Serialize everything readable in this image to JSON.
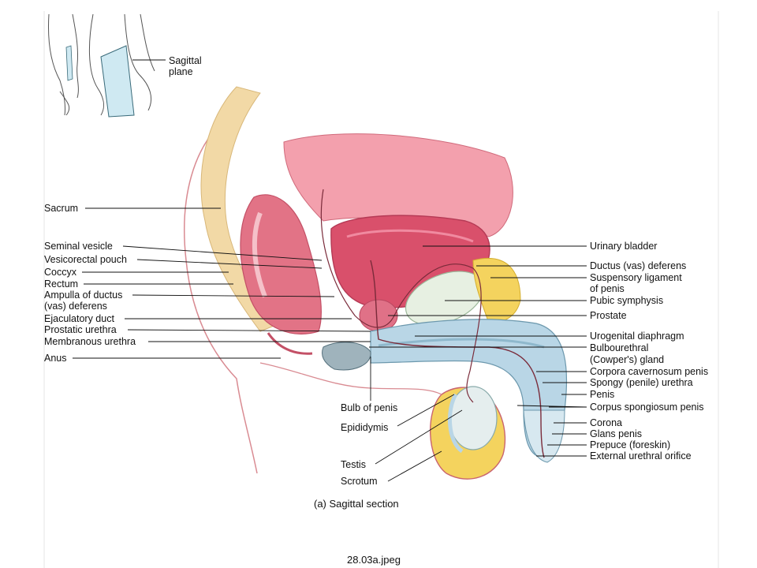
{
  "labels": {
    "sagittal_plane": "Sagittal\nplane",
    "left": [
      "Sacrum",
      "Seminal vesicle",
      "Vesicorectal pouch",
      "Coccyx",
      "Rectum",
      "Ampulla of ductus",
      "(vas) deferens",
      "Ejaculatory duct",
      "Prostatic urethra",
      "Membranous urethra",
      "Anus"
    ],
    "bottom": [
      "Bulb of penis",
      "Epididymis",
      "Testis",
      "Scrotum"
    ],
    "right": [
      "Urinary bladder",
      "Ductus (vas) deferens",
      "Suspensory ligament",
      "of penis",
      "Pubic symphysis",
      "Prostate",
      "Urogenital diaphragm",
      "Bulbourethral",
      "(Cowper's) gland",
      "Corpora cavernosum penis",
      "Spongy (penile) urethra",
      "Penis",
      "Corpus spongiosum penis",
      "Corona",
      "Glans penis",
      "Prepuce (foreskin)",
      "External urethral orifice"
    ],
    "caption": "(a) Sagittal section",
    "filename": "28.03a.jpeg"
  },
  "colors": {
    "bladder": "#d9506b",
    "flesh": "#e88a99",
    "bone": "#f2d9a6",
    "fat": "#f4d35e",
    "erectile": "#b9d6e6",
    "skin_line": "#c9646f",
    "leader": "#111111"
  }
}
